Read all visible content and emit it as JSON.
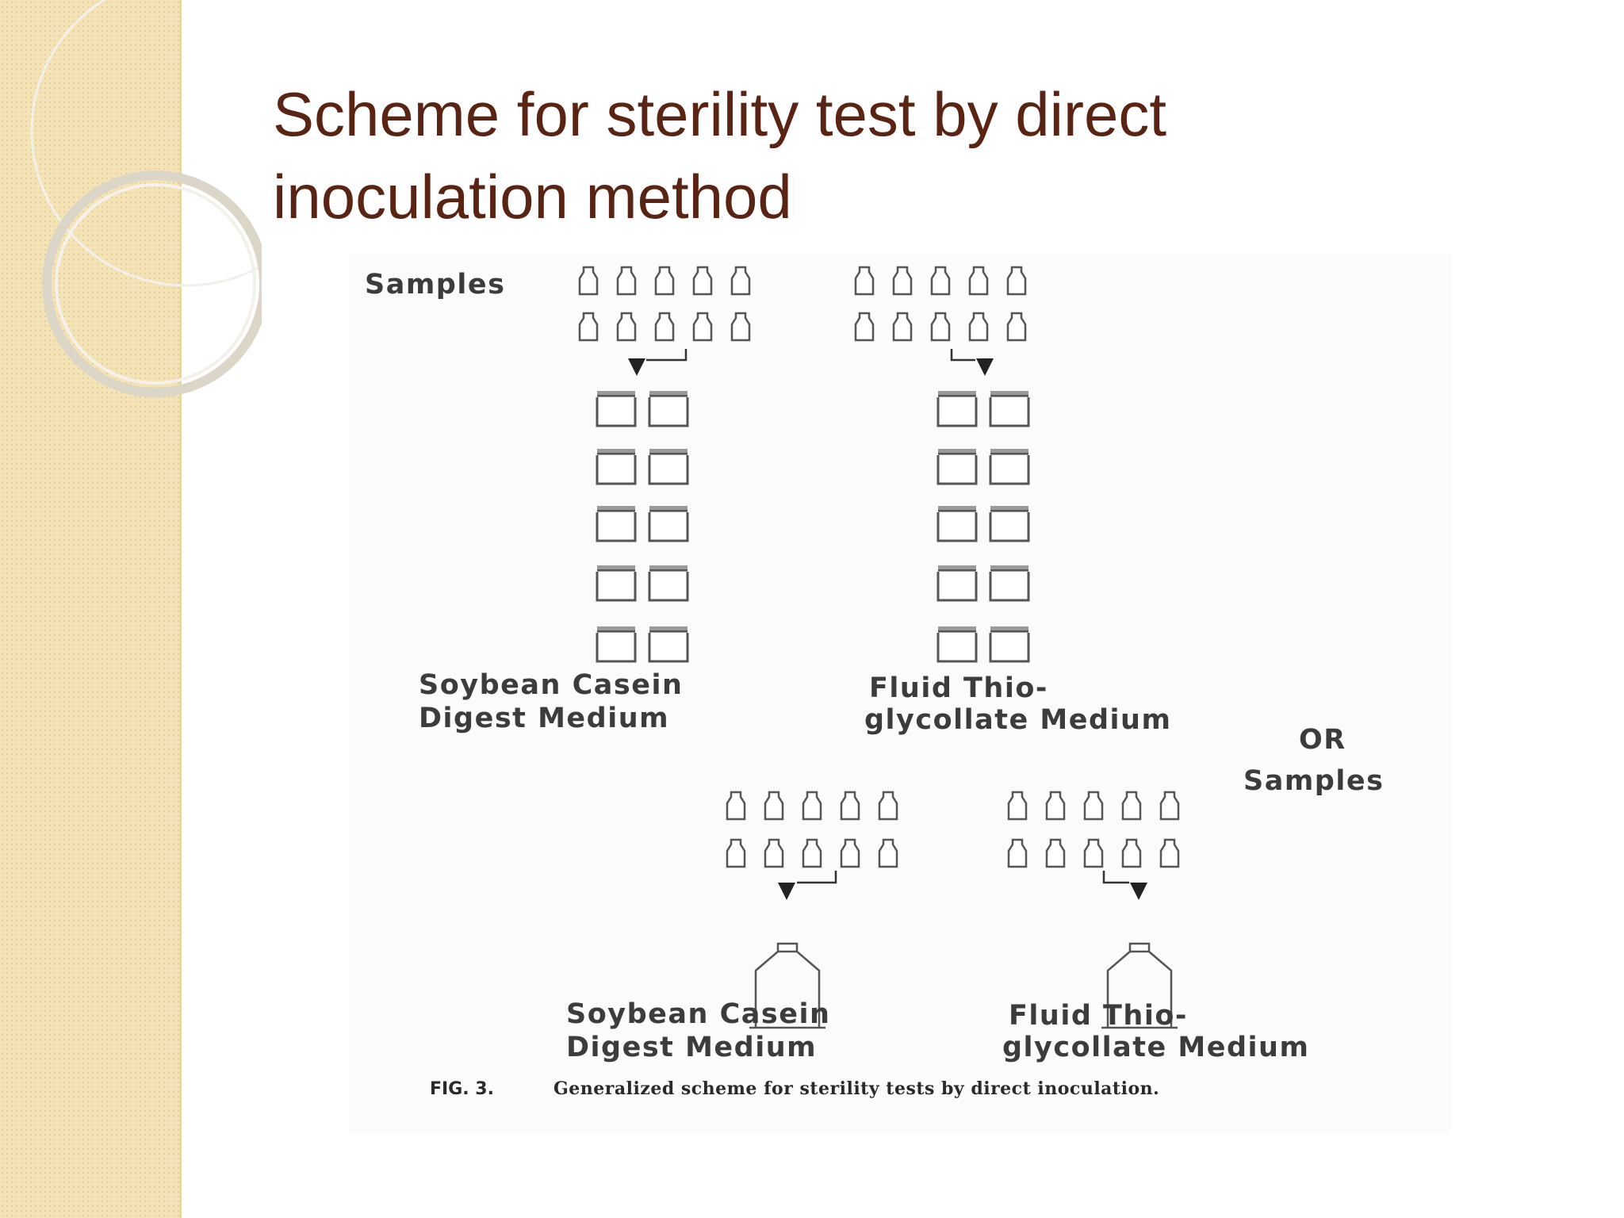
{
  "slide": {
    "title_lines": [
      "Scheme for sterility test by direct",
      "inoculation method"
    ],
    "colors": {
      "title": "#5a2414",
      "sidebar": "#f4e3b6",
      "ink": "#3c3c3c"
    }
  },
  "diagram": {
    "top": {
      "samples_label": "Samples",
      "left_medium": [
        "Soybean Casein",
        "Digest Medium"
      ],
      "right_medium": [
        "Fluid Thio-",
        "glycollate Medium"
      ]
    },
    "bottom": {
      "or_label": "OR",
      "samples_label": "Samples",
      "left_medium": [
        "Soybean Casein",
        "Digest Medium"
      ],
      "right_medium": [
        "Fluid Thio-",
        "glycollate Medium"
      ]
    },
    "caption": {
      "tag": "FIG. 3.",
      "text": "Generalized scheme for sterility tests by direct inoculation."
    },
    "icons": [
      "vial-icon",
      "test-tube-icon",
      "flask-icon",
      "arrow-icon"
    ]
  }
}
